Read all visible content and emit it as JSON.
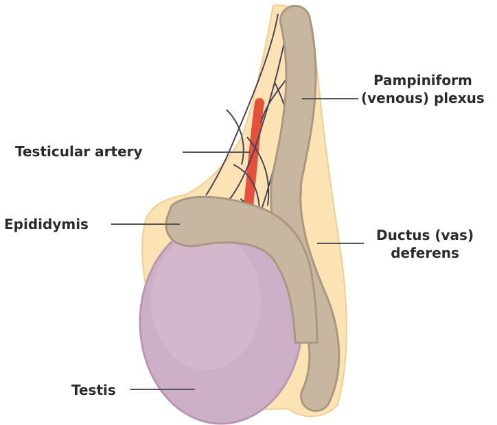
{
  "labels": {
    "pampiniform_line1": "Pampiniform",
    "pampiniform_line2": "(venous) plexus",
    "testicular_artery": "Testicular artery",
    "epididymis": "Epididymis",
    "ductus_line1": "Ductus (vas)",
    "ductus_line2": "deferens",
    "testis": "Testis"
  },
  "colors": {
    "tunica": "#fbe3b4",
    "tunica_outline": "#f0cf93",
    "duct": "#c8b7a0",
    "duct_shadow": "#a99880",
    "testis": "#ceafc8",
    "testis_shadow": "#b897b2",
    "artery": "#e4503a",
    "vein": "#4a3f5c",
    "leader": "#555555"
  }
}
